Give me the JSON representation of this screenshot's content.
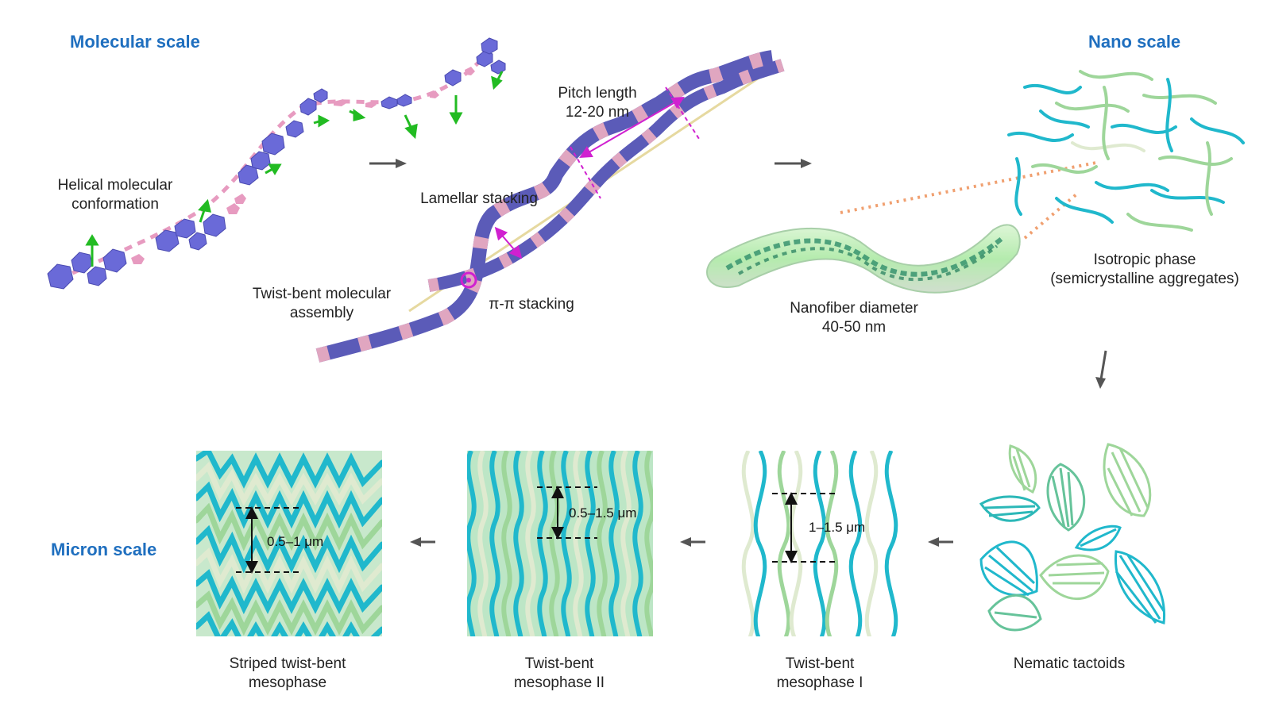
{
  "scales": {
    "molecular": "Molecular scale",
    "nano": "Nano scale",
    "micron": "Micron scale"
  },
  "labels": {
    "helical_conformation": [
      "Helical molecular",
      "conformation"
    ],
    "pitch_length": [
      "Pitch length",
      "12-20 nm"
    ],
    "lamellar_stacking": "Lamellar stacking",
    "twist_bent_assembly": [
      "Twist-bent molecular",
      "assembly"
    ],
    "pi_stacking": "π-π stacking",
    "nanofiber_diameter": [
      "Nanofiber diameter",
      "40-50 nm"
    ],
    "isotropic_phase": [
      "Isotropic phase",
      "(semicrystalline aggregates)"
    ],
    "nematic_tactoids": "Nematic tactoids",
    "mesophase_1": [
      "Twist-bent",
      "mesophase I"
    ],
    "mesophase_2": [
      "Twist-bent",
      "mesophase II"
    ],
    "striped_mesophase": [
      "Striped twist-bent",
      "mesophase"
    ]
  },
  "dimensions": {
    "mesophase_1": "1–1.5 μm",
    "mesophase_2": "0.5–1.5 μm",
    "striped": "0.5–1 μm"
  },
  "colors": {
    "scale_title": "#1f6fbf",
    "hexagon": "#6a6ad8",
    "linker": "#e79bc0",
    "green_arrow": "#22bb22",
    "magenta": "#d020d0",
    "cyan_fiber": "#20b8cc",
    "green_fiber": "#9ed69a",
    "pale_fiber": "#dfead0",
    "dotted_orange": "#f0a070",
    "flow_arrow": "#555555"
  }
}
